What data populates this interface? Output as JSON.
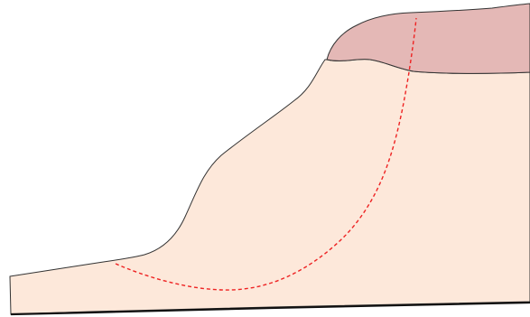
{
  "diagram": {
    "type": "slope-cross-section",
    "colors": {
      "slope_body_fill": "#fde8da",
      "cap_layer_fill": "#e4b8b6",
      "outline_stroke": "#333333",
      "slip_surface_stroke": "#ee2222",
      "base_shadow": "#111111"
    },
    "regions": [
      "slope-body",
      "cap-layer"
    ],
    "slip_surface": {
      "style": "dashed"
    }
  }
}
